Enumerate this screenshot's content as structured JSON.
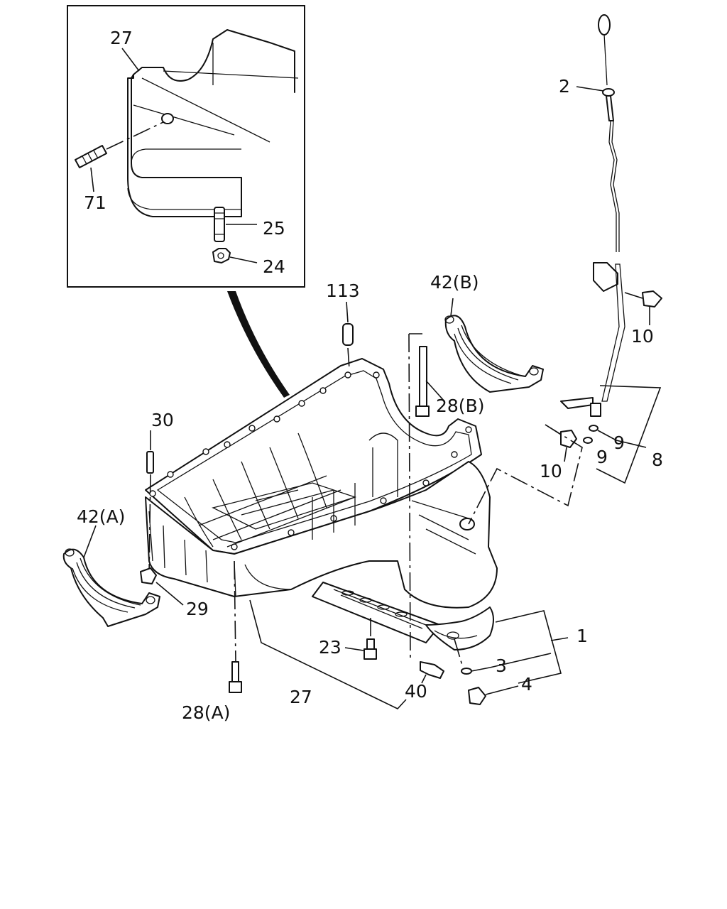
{
  "diagram": {
    "labels": {
      "l27_inset": "27",
      "l71": "71",
      "l25": "25",
      "l24": "24",
      "l113": "113",
      "l42b": "42(B)",
      "l2": "2",
      "l10_top": "10",
      "l28b": "28(B)",
      "l30": "30",
      "l9_a": "9",
      "l8": "8",
      "l10_mid": "10",
      "l9_b": "9",
      "l42a": "42(A)",
      "l29": "29",
      "l1": "1",
      "l23": "23",
      "l3": "3",
      "l4": "4",
      "l40": "40",
      "l27_main": "27",
      "l28a": "28(A)"
    }
  }
}
